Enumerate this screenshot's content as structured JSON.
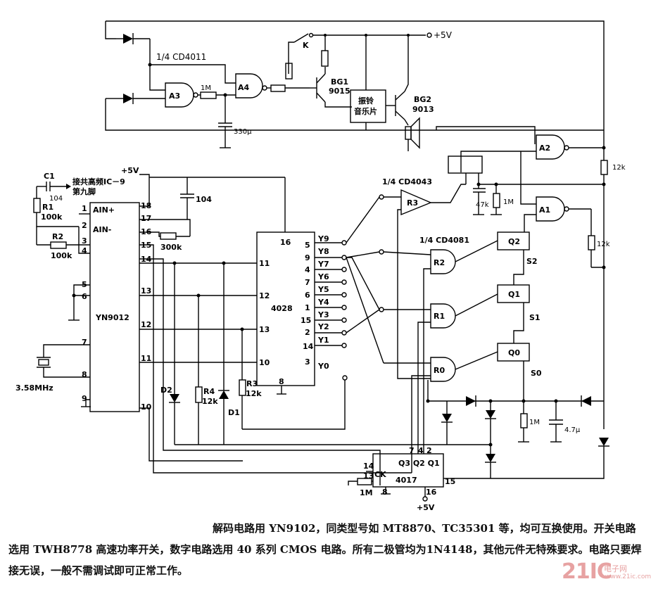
{
  "labels": {
    "cd4011": "1/4   CD4011",
    "k": "K",
    "v5_top": "+5V",
    "a3": "A3",
    "a4": "A4",
    "r_1m_top": "1M",
    "cap_330": "330μ",
    "bg1": "BG1",
    "bg1_type": "9015",
    "bg2": "BG2",
    "bg2_type": "9013",
    "chime_1": "振铃",
    "chime_2": "音乐片",
    "a2": "A2",
    "a1": "A1",
    "r_12k_a": "12k",
    "r_12k_b": "12k",
    "cap_47k": "47k",
    "r_1m_mid": "1M",
    "cd4043": "1/4  CD4043",
    "cd4081": "1/4     CD4081",
    "r3_gate": "R3",
    "r2_gate": "R2",
    "r1_gate": "R1",
    "r0_gate": "R0",
    "q2": "Q2",
    "q1": "Q1",
    "q0": "Q0",
    "s2": "S2",
    "s1": "S1",
    "s0": "S0",
    "c1": "C1",
    "c1_val": "104",
    "connect_1": "接共高频IC－9",
    "connect_2": "第九脚",
    "r1": "R1",
    "r1_val": "100k",
    "r2": "R2",
    "r2_val": "100k",
    "v5_left": "+5V",
    "cap_104": "104",
    "r_300k": "300k",
    "ain_plus": "AIN+",
    "ain_minus": "AIN-",
    "yn9012": "YN9012",
    "crystal": "3.58MHz",
    "ic4028": "4028",
    "d2": "D2",
    "r4": "R4",
    "r4_val": "12k",
    "d1": "D1",
    "r3": "R3",
    "r3_val": "12k",
    "r_1m_bot": "1M",
    "ic4017": "4017",
    "ck": "CK",
    "q3q2q1": "Q3 Q2 Q1",
    "v5_bot": "+5V",
    "r_1m_right": "1M",
    "cap_47u": "4.7μ",
    "y9": "Y9",
    "y8": "Y8",
    "y7": "Y7",
    "y6": "Y6",
    "y5": "Y5",
    "y4": "Y4",
    "y3": "Y3",
    "y2": "Y2",
    "y1": "Y1",
    "y0": "Y0",
    "p1": "1",
    "p2": "2",
    "p3": "3",
    "p4": "4",
    "p5": "5",
    "p6": "6",
    "p7": "7",
    "p8": "8",
    "p9": "9",
    "p10": "10",
    "p11": "11",
    "p12": "12",
    "p13": "13",
    "p14": "14",
    "p15": "15",
    "p16": "16",
    "p17": "17",
    "p18": "18"
  },
  "caption": "解码电路用 YN9102，同类型号如 MT8870、TC35301 等，均可互换使用。开关电路选用 TWH8778 高速功率开关，数字电路选用 40 系列 CMOS 电路。所有二极管均为1N4148，其他元件无特殊要求。电路只要焊接无误，一般不需调试即可正常工作。",
  "watermark": {
    "logo": "21IC",
    "tag": "电子网",
    "url": "www.21ic.com"
  }
}
